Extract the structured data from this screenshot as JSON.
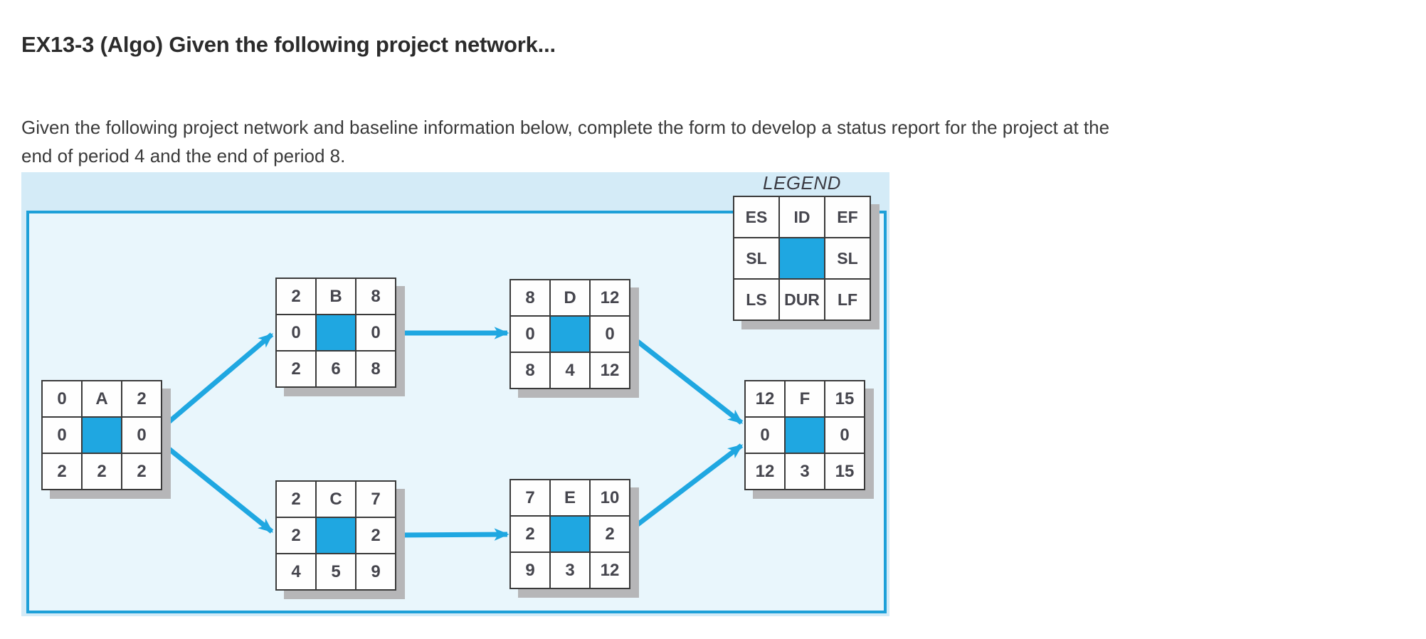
{
  "page": {
    "title": "EX13-3 (Algo) Given the following project network...",
    "instructions": {
      "full_text": "Given the following project network and baseline information below, complete the form to develop a status report for the project at the end of period 4 and the end of period 8.",
      "lines": [
        "Given the following project network and baseline information below, complete the form to develop a status report for the project at the",
        "end of period 4 and the end of period 8."
      ]
    }
  },
  "colors": {
    "accent_cyan": "#1fa7e1",
    "frame_border": "#1ea0d8",
    "panel_background": "#d4ebf7",
    "inner_background": "#e9f6fc",
    "grid_line": "#3a3a3a",
    "shadow_gray": "#b6b6b8",
    "cell_text": "#45454d"
  },
  "legend": {
    "title": "LEGEND",
    "es": "ES",
    "id": "ID",
    "ef": "EF",
    "sl": "SL",
    "ls": "LS",
    "dur": "DUR",
    "lf": "LF"
  },
  "network": {
    "nodes": [
      {
        "id": "A",
        "es": "0",
        "ef": "2",
        "sl": "0",
        "ls": "2",
        "dur": "2",
        "lf": "2"
      },
      {
        "id": "B",
        "es": "2",
        "ef": "8",
        "sl": "0",
        "ls": "2",
        "dur": "6",
        "lf": "8"
      },
      {
        "id": "C",
        "es": "2",
        "ef": "7",
        "sl": "2",
        "ls": "4",
        "dur": "5",
        "lf": "9"
      },
      {
        "id": "D",
        "es": "8",
        "ef": "12",
        "sl": "0",
        "ls": "8",
        "dur": "4",
        "lf": "12"
      },
      {
        "id": "E",
        "es": "7",
        "ef": "10",
        "sl": "2",
        "ls": "9",
        "dur": "3",
        "lf": "12"
      },
      {
        "id": "F",
        "es": "12",
        "ef": "15",
        "sl": "0",
        "ls": "12",
        "dur": "3",
        "lf": "15"
      }
    ],
    "edges": [
      {
        "from": "A",
        "to": "B"
      },
      {
        "from": "A",
        "to": "C"
      },
      {
        "from": "B",
        "to": "D"
      },
      {
        "from": "C",
        "to": "E"
      },
      {
        "from": "D",
        "to": "F"
      },
      {
        "from": "E",
        "to": "F"
      }
    ]
  }
}
